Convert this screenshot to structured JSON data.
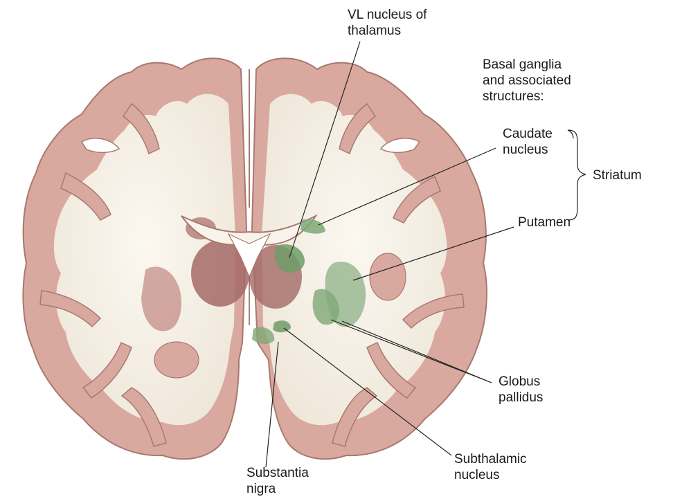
{
  "labels": {
    "vl_nucleus": [
      "VL  nucleus of",
      "thalamus"
    ],
    "basal_ganglia": [
      "Basal ganglia",
      "and associated",
      "structures:"
    ],
    "caudate": [
      "Caudate",
      "nucleus"
    ],
    "striatum": "Striatum",
    "putamen": "Putamen",
    "globus_pallidus": [
      "Globus",
      "pallidus"
    ],
    "subthalamic": [
      "Subthalamic",
      "nucleus"
    ],
    "substantia_nigra": [
      "Substantia",
      "nigra"
    ]
  },
  "colors": {
    "cortex": "#d9a99f",
    "cortex_edge": "#a8786e",
    "white_matter": "#f6f2e9",
    "thalamus": "#a46a66",
    "highlight_green": "#7fa876",
    "leader_line": "#222222"
  }
}
